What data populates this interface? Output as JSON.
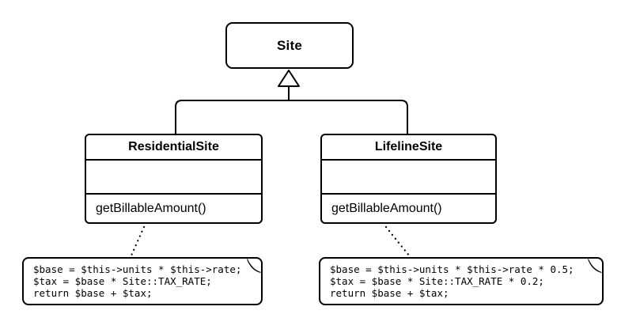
{
  "diagram": {
    "type": "uml-class-diagram",
    "colors": {
      "stroke": "#000000",
      "fill": "#ffffff",
      "text": "#000000",
      "fold_fill": "#2b2b2b",
      "background": "#ffffff"
    },
    "classes": {
      "site": {
        "title": "Site"
      },
      "residential": {
        "title": "ResidentialSite",
        "method": "getBillableAmount()"
      },
      "lifeline": {
        "title": "LifelineSite",
        "method": "getBillableAmount()"
      }
    },
    "relations": {
      "generalization": "ResidentialSite and LifelineSite inherit from Site (hollow triangle arrow)"
    },
    "notes": {
      "residential": {
        "code": "$base = $this->units * $this->rate;\n$tax = $base * Site::TAX_RATE;\nreturn $base + $tax;"
      },
      "lifeline": {
        "code": "$base = $this->units * $this->rate * 0.5;\n$tax = $base * Site::TAX_RATE * 0.2;\nreturn $base + $tax;"
      }
    }
  }
}
